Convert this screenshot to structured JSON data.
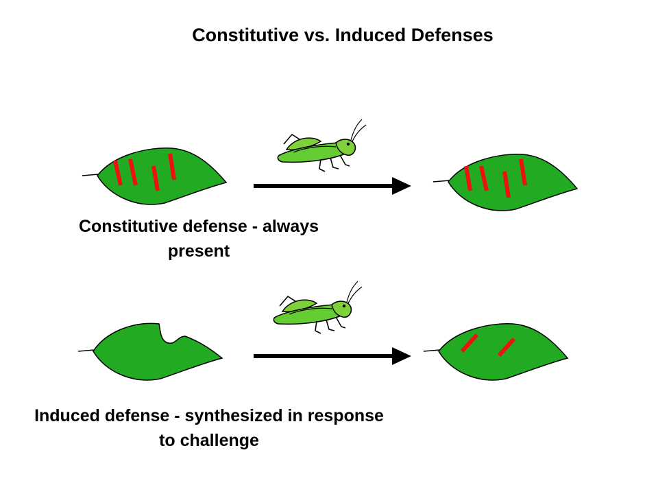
{
  "title": "Constitutive vs. Induced Defenses",
  "captions": {
    "constitutive": "Constitutive defense - always present",
    "induced": "Induced defense - synthesized in response to challenge"
  },
  "colors": {
    "leaf": "#22aa22",
    "leaf_outline": "#000000",
    "defense_marks": "#ee1111",
    "grasshopper_body": "#66cc33",
    "arrow": "#000000"
  },
  "icons": {
    "herbivore": "grasshopper-icon",
    "leaf": "leaf-icon",
    "transition": "arrow-right-icon"
  }
}
